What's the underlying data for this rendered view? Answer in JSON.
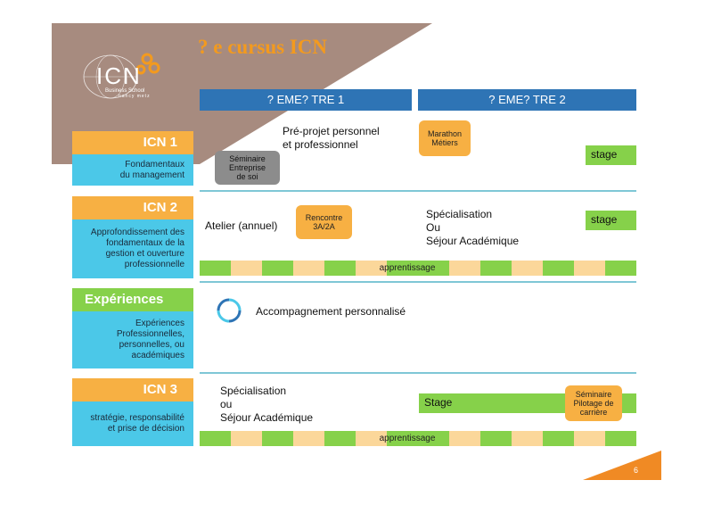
{
  "title": "?   e cursus ICN",
  "logo": {
    "name": "ICN",
    "subtitle1": "Business School",
    "subtitle2": "nancy  metz"
  },
  "semesters": [
    "?  EME?  TRE 1",
    "?  EME?  TRE 2"
  ],
  "rows": {
    "icn1": {
      "tag": "ICN 1",
      "desc": [
        "Fondamentaux",
        "du management"
      ],
      "preprojet": [
        "Pré-projet personnel",
        "et professionnel"
      ],
      "seminaire": [
        "Séminaire",
        "Entreprise",
        "de soi"
      ],
      "marathon": [
        "Marathon",
        "Métiers"
      ],
      "stage": "stage"
    },
    "icn2": {
      "tag": "ICN 2",
      "desc": [
        "Approfondissement des",
        "fondamentaux de la",
        "gestion et ouverture",
        "professionnelle"
      ],
      "atelier": "Atelier (annuel)",
      "rencontre": [
        "Rencontre",
        "3A/2A"
      ],
      "specialisation": [
        "Spécialisation",
        "Ou",
        "Séjour Académique"
      ],
      "stage": "stage",
      "apprentissage": "apprentissage"
    },
    "experiences": {
      "tag": "Expériences",
      "desc": [
        "Expériences",
        "Professionnelles,",
        "personnelles, ou",
        "académiques"
      ],
      "accompagnement": "Accompagnement personnalisé"
    },
    "icn3": {
      "tag": "ICN 3",
      "desc": [
        "stratégie, responsabilité",
        "et prise de décision"
      ],
      "specialisation": [
        "Spécialisation",
        "ou",
        "Séjour Académique"
      ],
      "stage": "Stage",
      "seminaire": [
        "Séminaire",
        "Pilotage de",
        "carrière"
      ],
      "apprentissage": "apprentissage"
    }
  },
  "page_number": "6",
  "colors": {
    "brown": "#a78b7f",
    "orange": "#f7b043",
    "blue_header": "#2e74b5",
    "cyan": "#4bc8e8",
    "green": "#86d14a",
    "light_orange": "#fbd79a",
    "corner_orange": "#f08a24",
    "title_orange": "#f39a1e"
  }
}
